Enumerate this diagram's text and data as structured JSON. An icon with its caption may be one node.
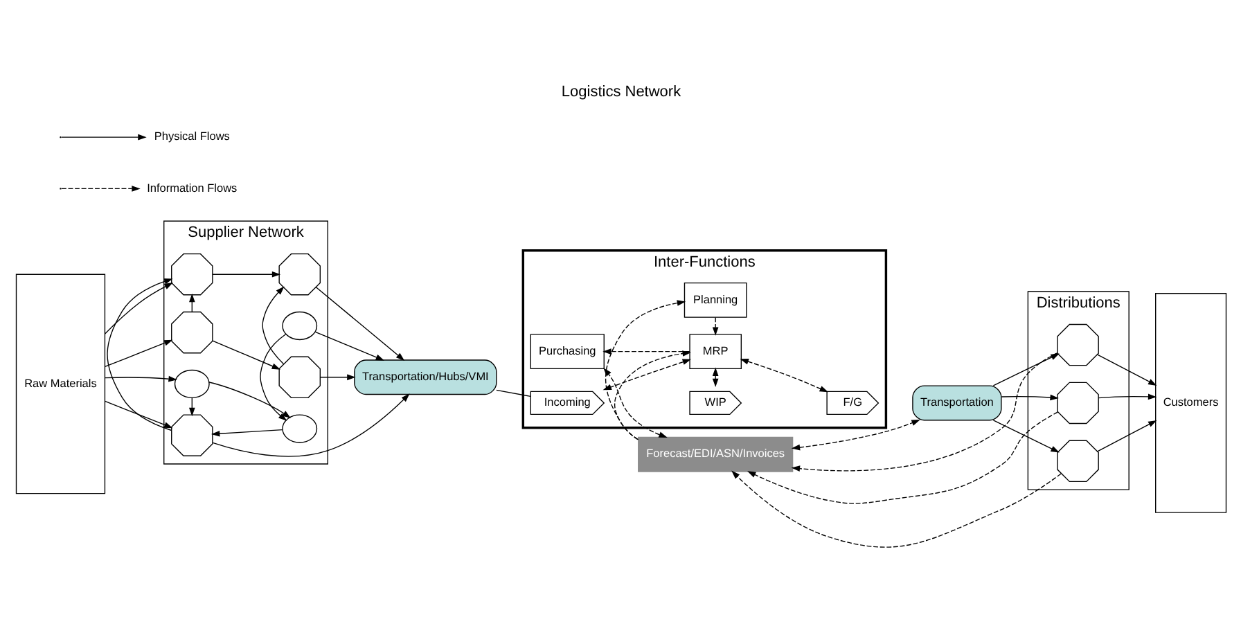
{
  "diagram": {
    "title": "Logistics Network",
    "nodes": [
      {
        "text": [
          "Raw Materials"
        ]
      },
      {
        "text": [
          "Supplier Network"
        ]
      },
      {
        "text": [],
        "shape": "circle",
        "in": 1
      },
      {
        "text": [],
        "shape": "circle",
        "in": 1
      },
      {
        "text": [],
        "shape": "circle",
        "in": 1
      },
      {
        "text": [],
        "shape": "octagon",
        "in": 1
      },
      {
        "text": [],
        "shape": "octagon",
        "in": 1
      },
      {
        "text": [],
        "shape": "octagon",
        "in": 1
      },
      {
        "text": [],
        "shape": "octagon",
        "in": 1
      },
      {
        "text": [],
        "shape": "octagon",
        "in": 1
      },
      {
        "text": [
          "Inter-Functions"
        ]
      },
      {
        "text": [
          "Forecast/EDI/ASN/Invoices"
        ]
      },
      {
        "text": [
          "Transportation/Hubs/VMI"
        ]
      },
      {
        "text": [
          "Purchasing"
        ],
        "in": 10
      },
      {
        "text": [
          "Planning"
        ],
        "in": 10
      },
      {
        "text": [
          "MRP"
        ],
        "in": 10
      },
      {
        "text": [
          "Incoming"
        ],
        "in": 10
      },
      {
        "text": [
          "WIP"
        ],
        "in": 10
      },
      {
        "text": [
          "F/G"
        ],
        "in": 10
      },
      {
        "text": [
          "Distributions"
        ]
      },
      {
        "text": [
          "Transportation"
        ]
      },
      {
        "text": [],
        "shape": "octagon",
        "in": 19
      },
      {
        "text": [],
        "shape": "octagon",
        "in": 19
      },
      {
        "text": [],
        "shape": "octagon",
        "in": 19
      },
      {
        "text": [
          "Customers"
        ]
      }
    ],
    "edges": [
      {
        "from": 0,
        "to": 2,
        "arrow": "to"
      },
      {
        "from": 0,
        "to": 5,
        "arrow": "to"
      },
      {
        "from": 0,
        "to": 6,
        "arrow": "to"
      },
      {
        "from": 0,
        "to": 8,
        "arrow": "to"
      },
      {
        "from": 2,
        "to": 3,
        "arrow": "to"
      },
      {
        "from": 2,
        "to": 5,
        "arrow": "to"
      },
      {
        "from": 3,
        "to": 5,
        "arrow": "to"
      },
      {
        "from": 4,
        "to": 3,
        "arrow": "to"
      },
      {
        "from": 5,
        "to": 6,
        "arrow": "to"
      },
      {
        "from": 6,
        "to": 7,
        "arrow": "to"
      },
      {
        "from": 8,
        "to": 6,
        "arrow": "to"
      },
      {
        "from": 8,
        "to": 9,
        "arrow": "to"
      },
      {
        "from": 9,
        "to": 7,
        "arrow": "to"
      },
      {
        "from": 4,
        "to": 12,
        "arrow": "to"
      },
      {
        "from": 5,
        "to": 12,
        "arrow": "to"
      },
      {
        "from": 7,
        "to": 12,
        "arrow": "to"
      },
      {
        "from": 9,
        "to": 12,
        "arrow": "to"
      },
      {
        "from": 12,
        "to": 16,
        "arrow": "none"
      },
      {
        "from": 11,
        "to": 13,
        "arrow": "both",
        "style": "dashed"
      },
      {
        "from": 11,
        "to": 14,
        "arrow": "to",
        "style": "dashed"
      },
      {
        "from": 11,
        "to": 15,
        "arrow": "to",
        "style": "dashed"
      },
      {
        "from": 14,
        "to": 15,
        "arrow": "to",
        "style": "dashed"
      },
      {
        "from": 15,
        "to": 13,
        "arrow": "to",
        "style": "dashed"
      },
      {
        "from": 15,
        "to": 16,
        "arrow": "both",
        "style": "dashed"
      },
      {
        "from": 15,
        "to": 17,
        "arrow": "both",
        "style": "dashed"
      },
      {
        "from": 15,
        "to": 18,
        "arrow": "both",
        "style": "dashed"
      },
      {
        "from": 11,
        "to": 20,
        "arrow": "both",
        "style": "dashed"
      },
      {
        "from": 20,
        "to": 21,
        "arrow": "to"
      },
      {
        "from": 20,
        "to": 22,
        "arrow": "to"
      },
      {
        "from": 20,
        "to": 23,
        "arrow": "to"
      },
      {
        "from": 21,
        "to": 11,
        "arrow": "to",
        "style": "dashed"
      },
      {
        "from": 22,
        "to": 11,
        "arrow": "to",
        "style": "dashed"
      },
      {
        "from": 23,
        "to": 11,
        "arrow": "to",
        "style": "dashed"
      },
      {
        "from": 21,
        "to": 24,
        "arrow": "to"
      },
      {
        "from": 22,
        "to": 24,
        "arrow": "to"
      },
      {
        "from": 23,
        "to": 24,
        "arrow": "to"
      }
    ],
    "legend": [
      {
        "text": "Physical Flows"
      },
      {
        "text": "Information Flows"
      }
    ]
  }
}
